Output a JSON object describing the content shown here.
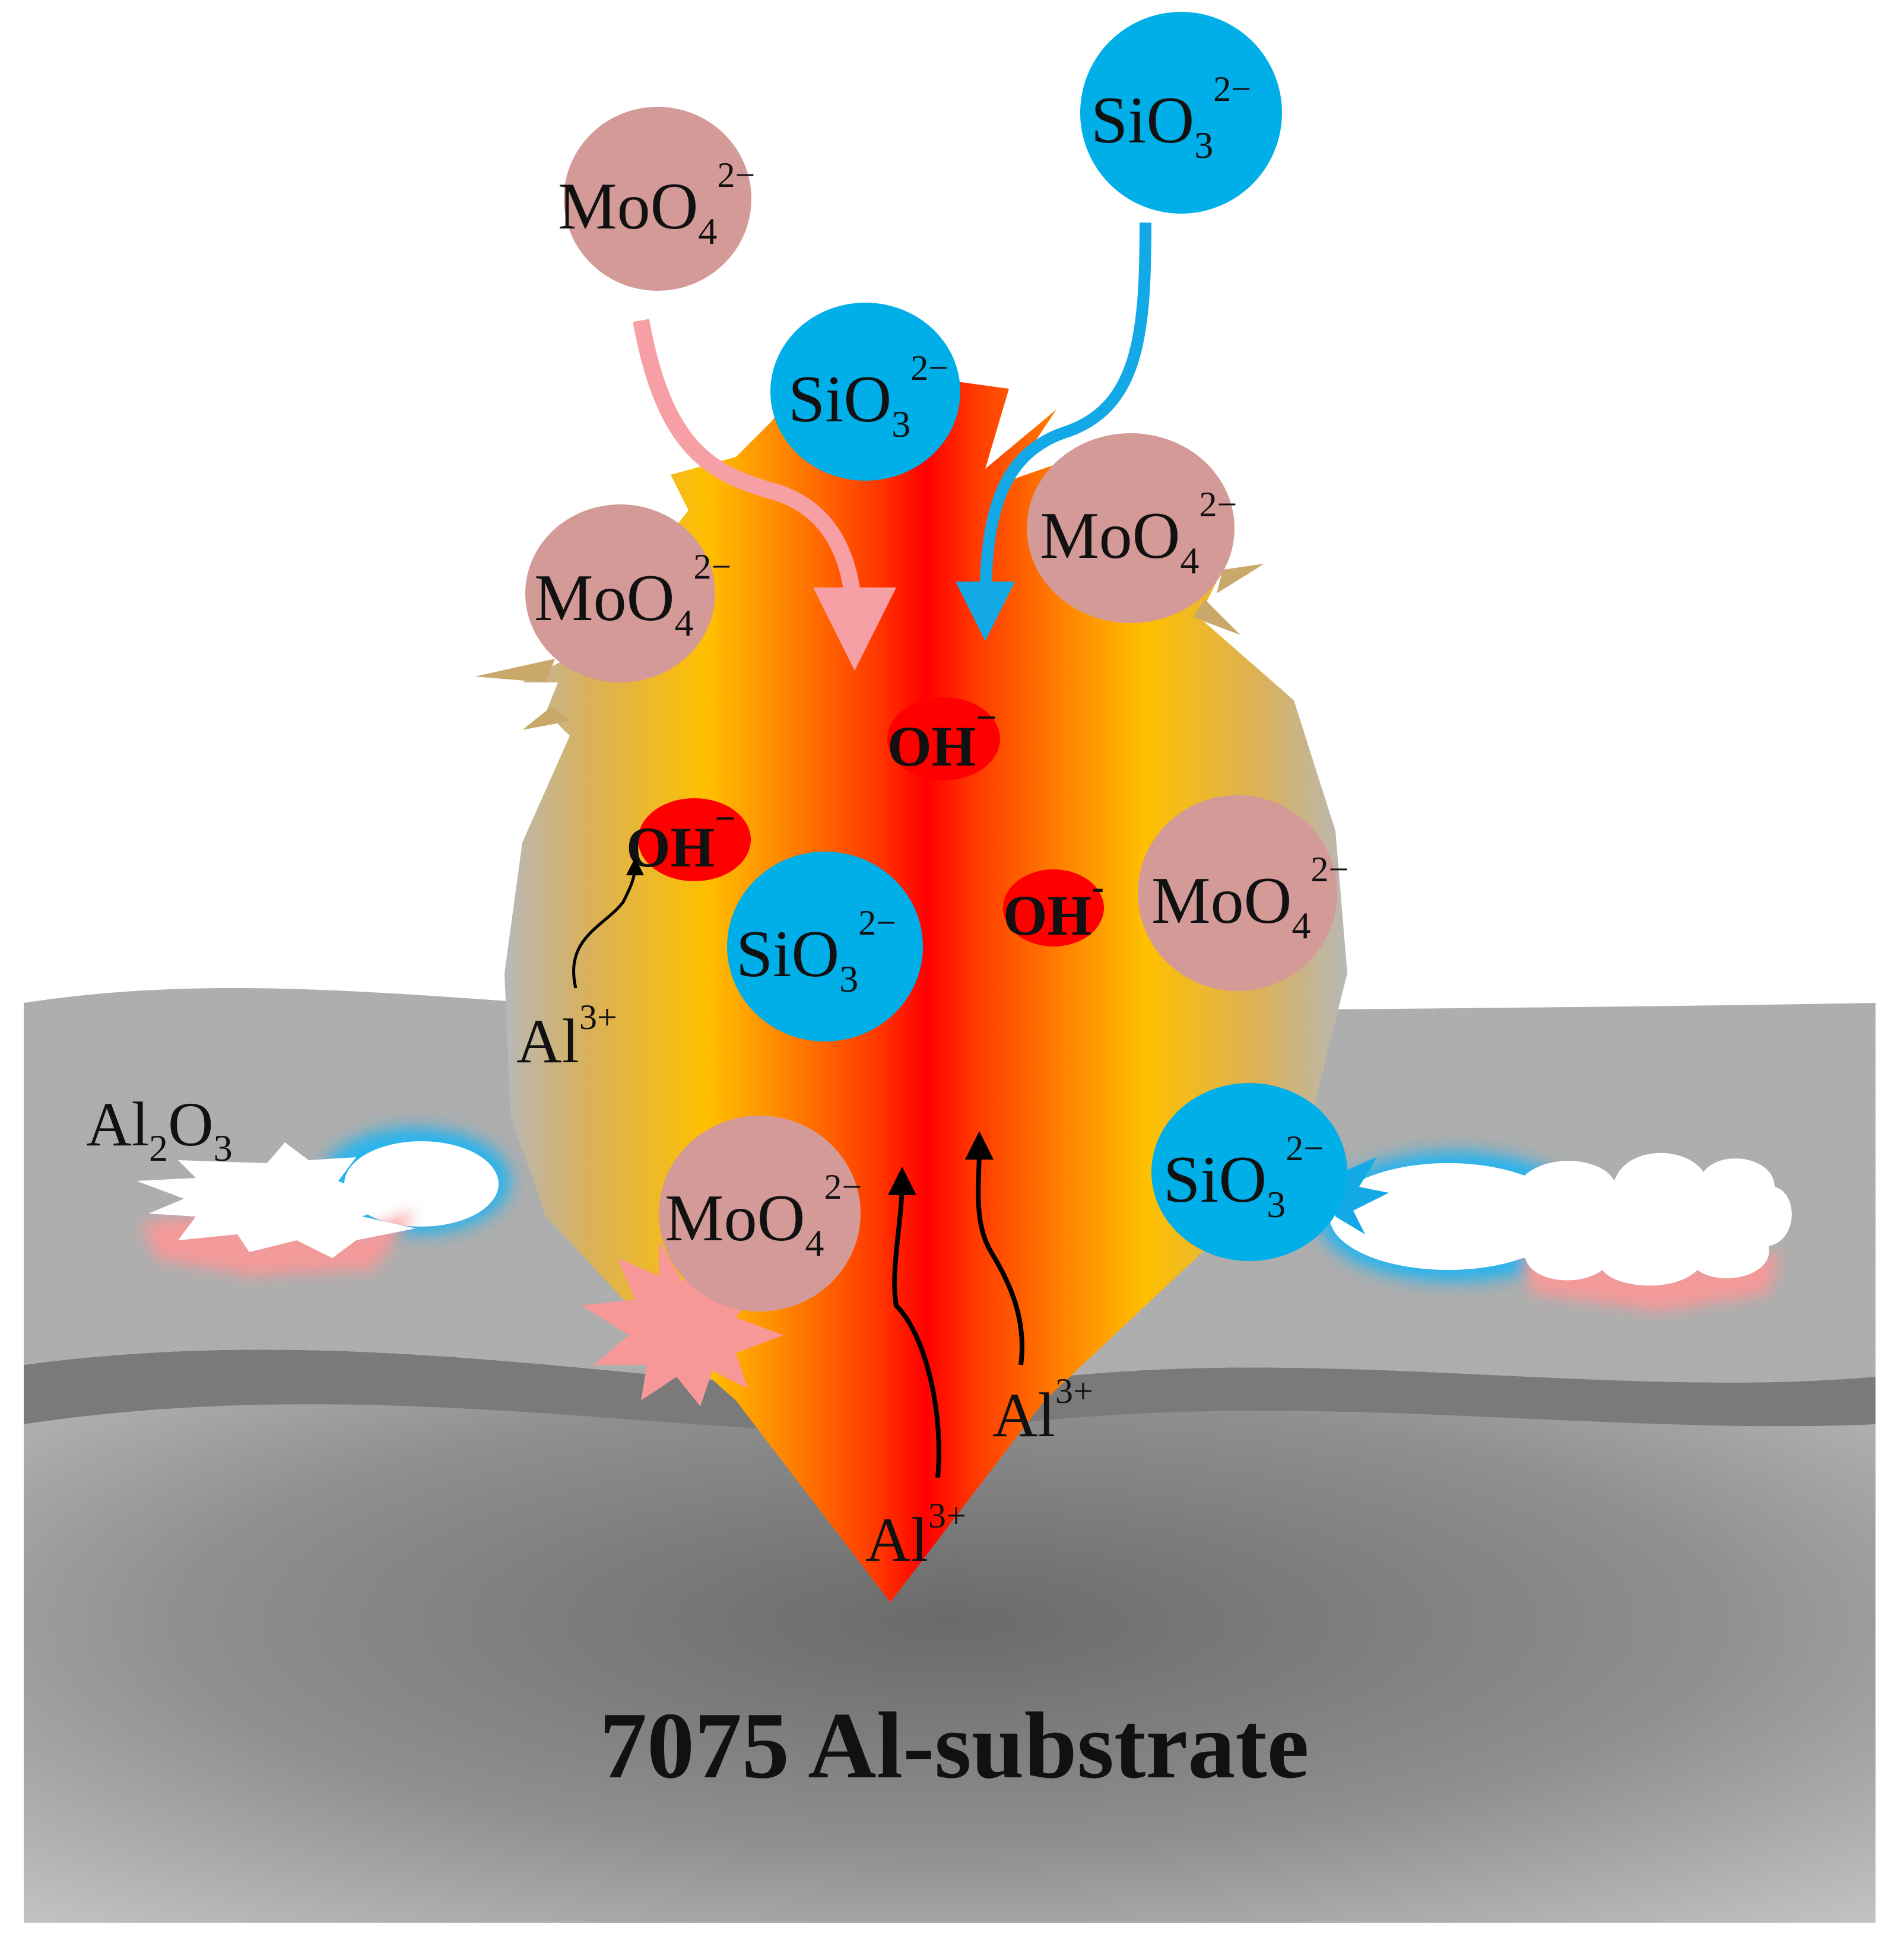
{
  "labels": {
    "mo_main": "MoO",
    "mo_sub": "4",
    "mo_sup": "2−",
    "si_main": "SiO",
    "si_sub": "3",
    "si_sup": "2−",
    "oh_main": "OH",
    "oh_sup_a": "−",
    "oh_sup_b": "-",
    "al_main": "Al",
    "al_sup": "3+",
    "al2o3_a": "Al",
    "al2o3_sub1": "2",
    "al2o3_b": "O",
    "al2o3_sub2": "3",
    "substrate": "7075 Al-substrate"
  },
  "colors": {
    "molybdate": "#d39a98",
    "silicate": "#00aee8",
    "hydroxide": "#ff0000",
    "plasma_core": "#ff1a00",
    "plasma_mid": "#ff8a00",
    "plasma_outer": "#ffc400",
    "bubble_gray": "#bdbdbd",
    "oxide_layer": "#a9a9a9",
    "substrate": "#9a9a9a",
    "pink_arrow": "#f6a0a6",
    "blue_arrow": "#12a9e6",
    "pink_spark": "#f79797"
  }
}
